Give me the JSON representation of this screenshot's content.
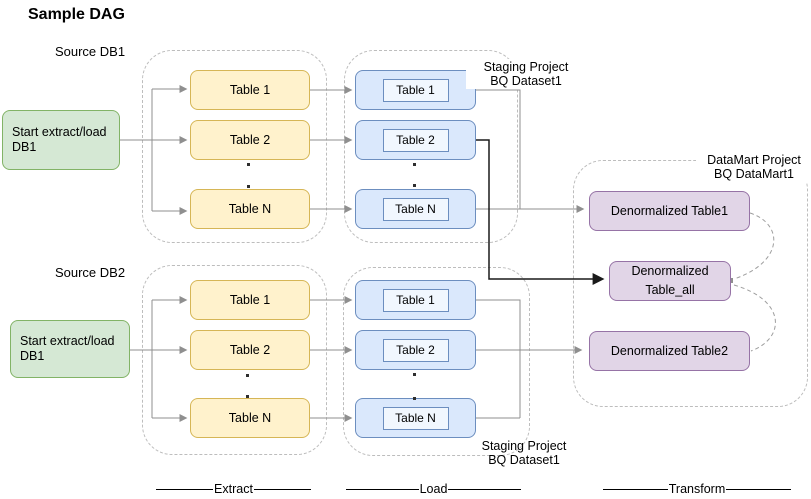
{
  "title": "Sample DAG",
  "labels": {
    "source_db1": "Source DB1",
    "source_db2": "Source DB2",
    "staging_top": {
      "line1": "Staging Project",
      "line2": "BQ Dataset1"
    },
    "staging_bottom": {
      "line1": "Staging Project",
      "line2": "BQ Dataset1"
    },
    "datamart": {
      "line1": "DataMart Project",
      "line2": "BQ DataMart1"
    },
    "ellipsis_dot": "."
  },
  "stages": {
    "extract": "Extract",
    "load": "Load",
    "transform": "Transform"
  },
  "nodes": {
    "start_db1": {
      "line1": "Start extract/load",
      "line2": "DB1"
    },
    "start_db2": {
      "line1": "Start extract/load",
      "line2": "DB1"
    },
    "extract1": [
      "Table 1",
      "Table 2",
      "Table N"
    ],
    "load1": [
      "Table 1",
      "Table 2",
      "Table N"
    ],
    "extract2": [
      "Table 1",
      "Table 2",
      "Table N"
    ],
    "load2": [
      "Table 1",
      "Table 2",
      "Table N"
    ],
    "datamart": [
      "Denormalized Table1",
      "Denormalized Table_all",
      "Denormalized Table2"
    ]
  },
  "palette": {
    "yellow_fill": "#FFF2CC",
    "yellow_border": "#D6B656",
    "green_fill": "#D5E8D4",
    "green_border": "#82B366",
    "blue_fill": "#DAE8FC",
    "blue_border": "#6C8EBF",
    "purple_fill": "#E1D5E7",
    "purple_border": "#9673A6",
    "connector_gray": "#8f8f8f",
    "connector_black": "#1a1a1a",
    "dashed_container": "#bdbdbd"
  }
}
